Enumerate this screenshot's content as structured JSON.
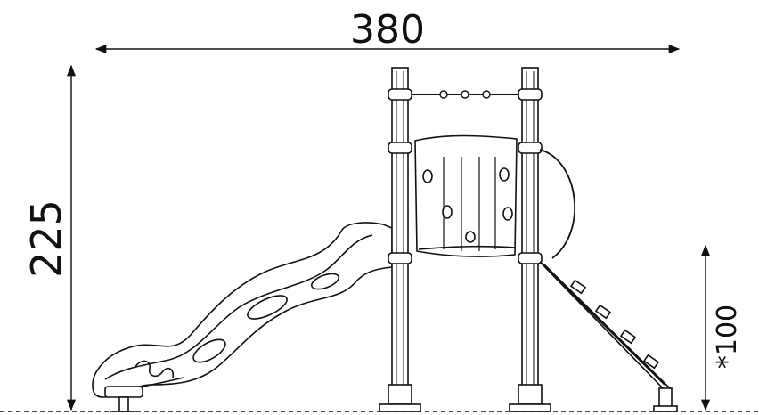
{
  "dimensions": {
    "width_label": "380",
    "height_label": "225",
    "platform_label": "*100"
  },
  "colors": {
    "line": "#111111",
    "background": "#ffffff"
  }
}
